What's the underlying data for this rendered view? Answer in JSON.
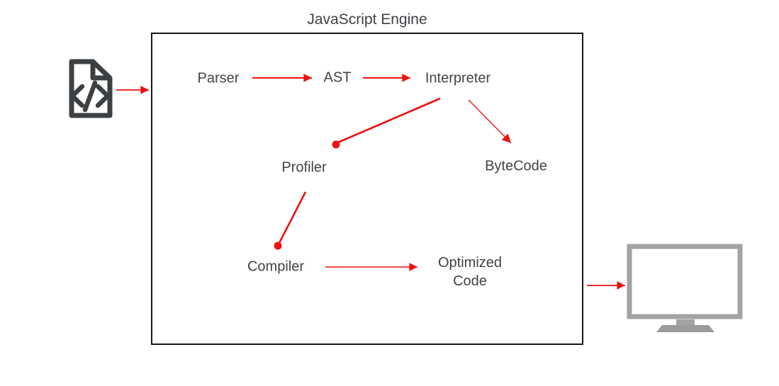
{
  "diagram": {
    "title": "JavaScript Engine",
    "nodes": {
      "parser": "Parser",
      "ast": "AST",
      "interpreter": "Interpreter",
      "bytecode": "ByteCode",
      "profiler": "Profiler",
      "compiler": "Compiler",
      "optimized_code": "Optimized Code"
    },
    "edges": [
      {
        "from": "source-code-file",
        "to": "js-engine-box",
        "type": "arrow"
      },
      {
        "from": "parser",
        "to": "ast",
        "type": "arrow"
      },
      {
        "from": "ast",
        "to": "interpreter",
        "type": "arrow"
      },
      {
        "from": "interpreter",
        "to": "profiler",
        "type": "line-with-dot-end"
      },
      {
        "from": "interpreter",
        "to": "bytecode",
        "type": "thin-arrow"
      },
      {
        "from": "profiler",
        "to": "compiler",
        "type": "line-with-dot-end"
      },
      {
        "from": "compiler",
        "to": "optimized_code",
        "type": "arrow"
      },
      {
        "from": "js-engine-box",
        "to": "output-monitor",
        "type": "arrow"
      }
    ],
    "icons": {
      "source_file": "code-file-icon",
      "output": "monitor-icon"
    },
    "colors": {
      "arrow_red": "#ee1111",
      "text_gray": "#3f4347",
      "box_border": "#161616",
      "file_icon_dark_gray": "#3d4043",
      "monitor_gray": "#a3a3a3",
      "background": "#ffffff"
    }
  }
}
